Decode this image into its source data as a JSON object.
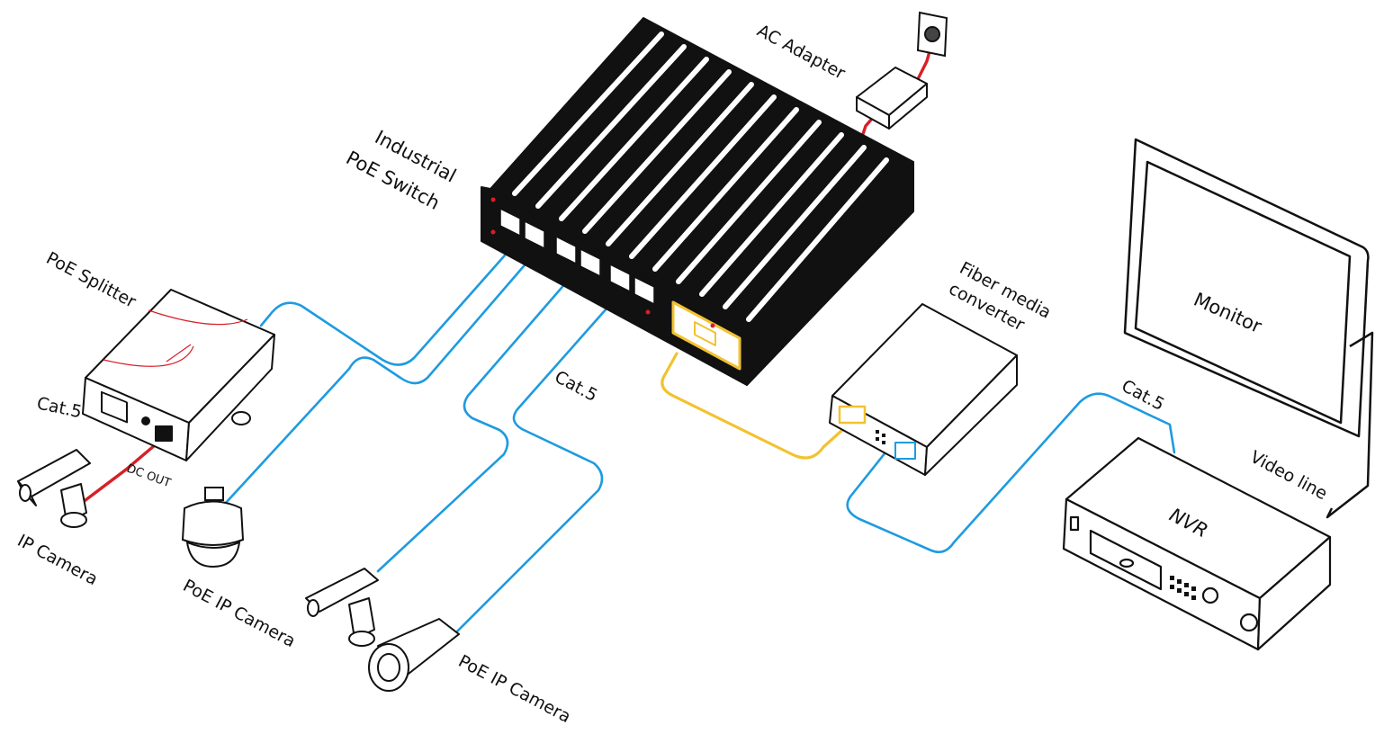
{
  "labels": {
    "ac_adapter": "AC Adapter",
    "switch_line1": "Industrial",
    "switch_line2": "PoE Switch",
    "poe_splitter": "PoE Splitter",
    "fiber_line1": "Fiber media",
    "fiber_line2": "converter",
    "monitor": "Monitor",
    "nvr": "NVR",
    "video_line": "Video line",
    "cat5_left": "Cat.5",
    "cat5_center": "Cat.5",
    "cat5_right": "Cat.5",
    "dc_out": "DC OUT",
    "ip_camera": "IP Camera",
    "poe_ip_camera_dome": "PoE IP Camera",
    "poe_ip_camera_bottom": "PoE IP Camera"
  },
  "colors": {
    "cat5_cable": "#1e9be0",
    "fiber_cable": "#f2c230",
    "power_cable": "#d81f26",
    "outline": "#111111",
    "background": "#ffffff"
  }
}
